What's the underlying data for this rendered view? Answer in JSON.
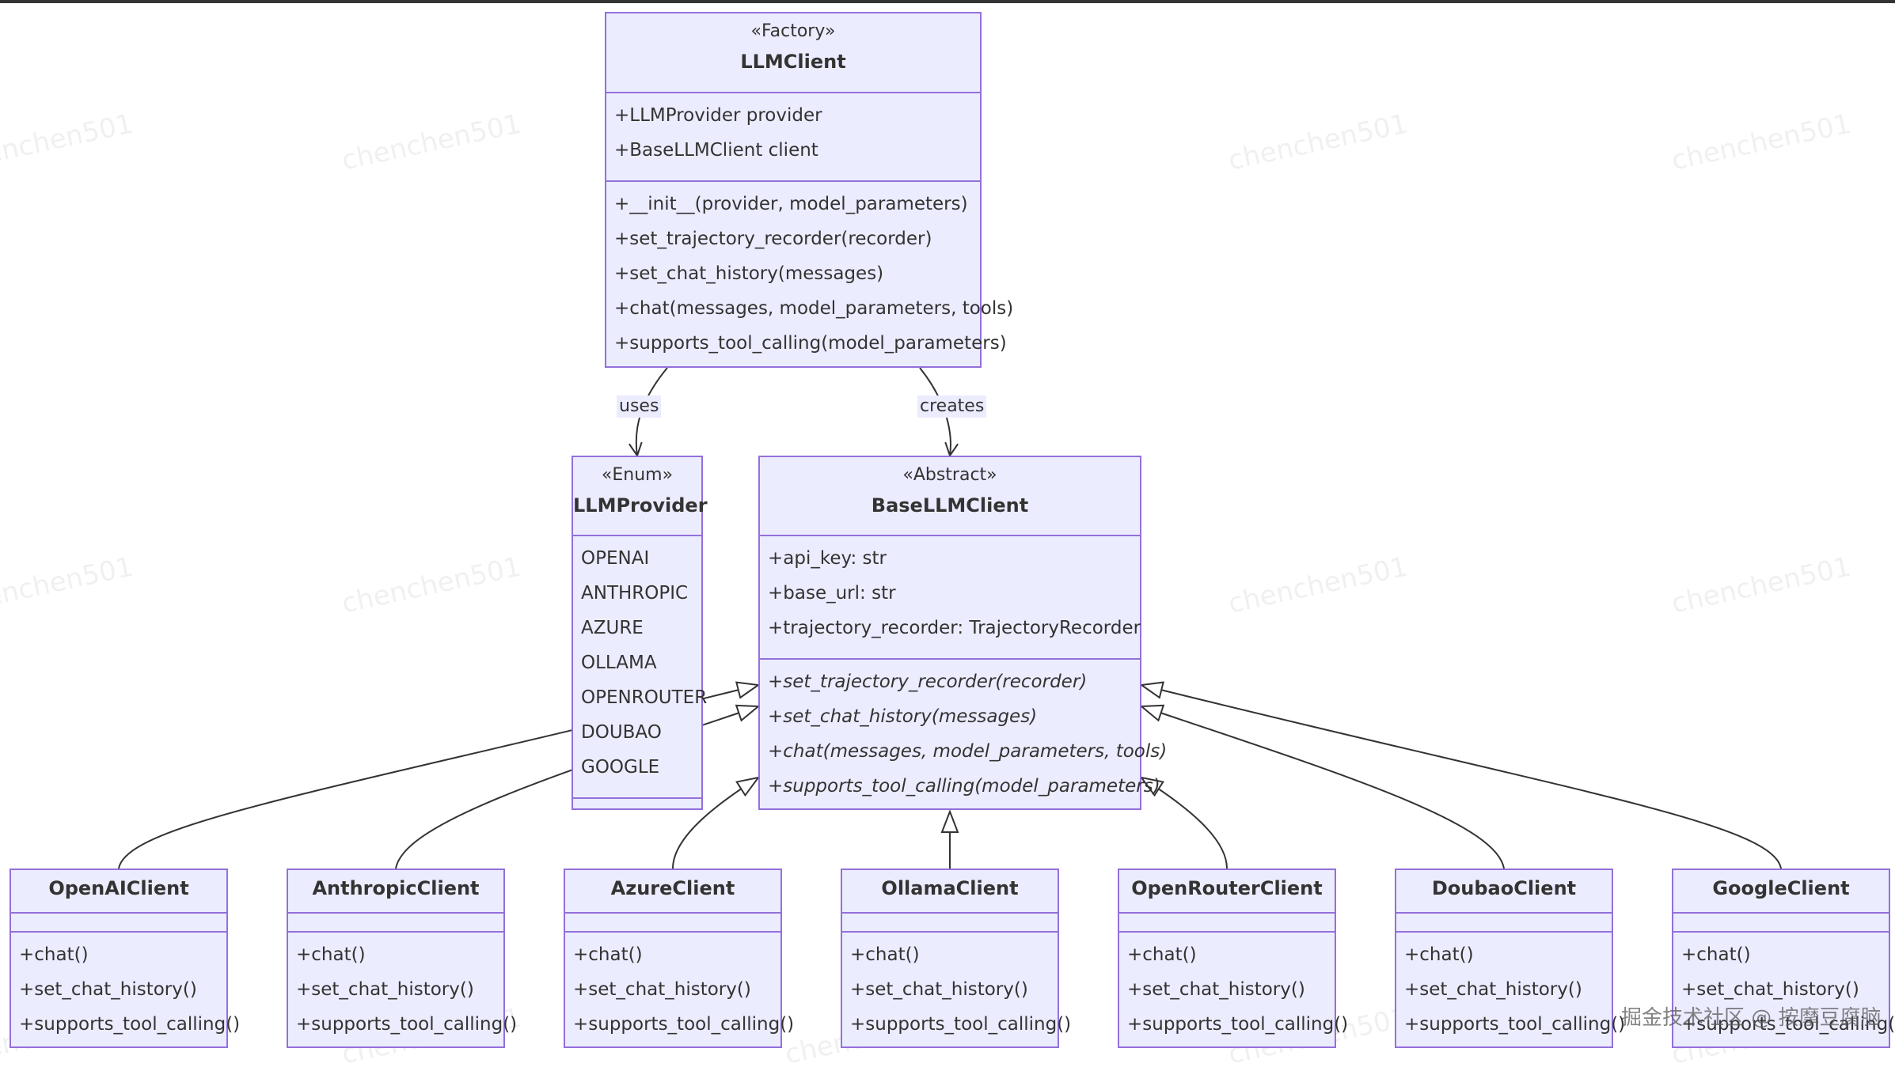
{
  "diagram": {
    "watermark": "chenchen501",
    "corner_watermark": "掘金技术社区 @ 按摩豆腐脑",
    "edge_labels": {
      "uses": "uses",
      "creates": "creates"
    },
    "classes": {
      "llmclient": {
        "stereotype": "«Factory»",
        "name": "LLMClient",
        "attributes": [
          "+LLMProvider provider",
          "+BaseLLMClient client"
        ],
        "methods": [
          "+__init__(provider, model_parameters)",
          "+set_trajectory_recorder(recorder)",
          "+set_chat_history(messages)",
          "+chat(messages, model_parameters, tools)",
          "+supports_tool_calling(model_parameters)"
        ]
      },
      "llmprovider": {
        "stereotype": "«Enum»",
        "name": "LLMProvider",
        "values": [
          "OPENAI",
          "ANTHROPIC",
          "AZURE",
          "OLLAMA",
          "OPENROUTER",
          "DOUBAO",
          "GOOGLE"
        ]
      },
      "basellmclient": {
        "stereotype": "«Abstract»",
        "name": "BaseLLMClient",
        "attributes": [
          "+api_key: str",
          "+base_url: str",
          "+trajectory_recorder: TrajectoryRecorder"
        ],
        "methods": [
          "+set_trajectory_recorder(recorder)",
          "+set_chat_history(messages)",
          "+chat(messages, model_parameters, tools)",
          "+supports_tool_calling(model_parameters)"
        ]
      },
      "subclasses": [
        {
          "id": "openai",
          "name": "OpenAIClient",
          "methods": [
            "+chat()",
            "+set_chat_history()",
            "+supports_tool_calling()"
          ]
        },
        {
          "id": "anthropic",
          "name": "AnthropicClient",
          "methods": [
            "+chat()",
            "+set_chat_history()",
            "+supports_tool_calling()"
          ]
        },
        {
          "id": "azure",
          "name": "AzureClient",
          "methods": [
            "+chat()",
            "+set_chat_history()",
            "+supports_tool_calling()"
          ]
        },
        {
          "id": "ollama",
          "name": "OllamaClient",
          "methods": [
            "+chat()",
            "+set_chat_history()",
            "+supports_tool_calling()"
          ]
        },
        {
          "id": "openrouter",
          "name": "OpenRouterClient",
          "methods": [
            "+chat()",
            "+set_chat_history()",
            "+supports_tool_calling()"
          ]
        },
        {
          "id": "doubao",
          "name": "DoubaoClient",
          "methods": [
            "+chat()",
            "+set_chat_history()",
            "+supports_tool_calling()"
          ]
        },
        {
          "id": "google",
          "name": "GoogleClient",
          "methods": [
            "+chat()",
            "+set_chat_history()",
            "+supports_tool_calling()"
          ]
        }
      ]
    },
    "colors": {
      "fill": "#ECECFF",
      "stroke": "#9370DB",
      "edge": "#333333",
      "text": "#333333"
    }
  }
}
